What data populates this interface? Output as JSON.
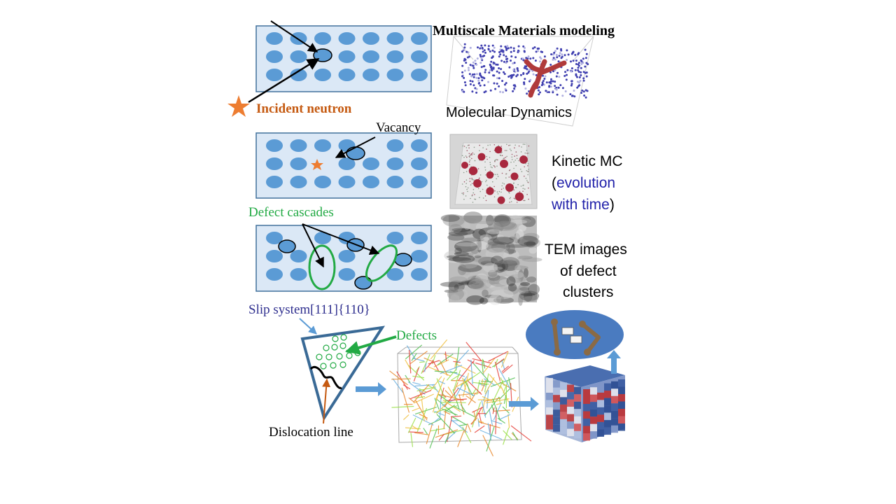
{
  "title": "Multiscale Materials modeling",
  "labels": {
    "incident_neutron": "Incident neutron",
    "vacancy": "Vacancy",
    "defect_cascades": "Defect cascades",
    "molecular_dynamics": "Molecular Dynamics",
    "kinetic_mc": "Kinetic MC",
    "kmc_open": "(",
    "kmc_blue_1": "evolution",
    "kmc_blue_2": "with time",
    "kmc_close": ")",
    "tem_1": "TEM images",
    "tem_2": "of defect",
    "tem_3": "clusters",
    "slip_system": "Slip  system[111]{110}",
    "defects": "Defects",
    "dislocation_line": "Dislocation line"
  },
  "colors": {
    "lattice_bg": "#dbe8f6",
    "lattice_border": "#41719c",
    "atom": "#5b9bd5",
    "orange": "#c55a11",
    "star": "#ed7d31",
    "green": "#22aa44",
    "blue_text": "#2222aa",
    "slip_blue": "#2e2e8e",
    "triangle": "#3a6a96",
    "arrow_blue": "#5b9bd5"
  }
}
